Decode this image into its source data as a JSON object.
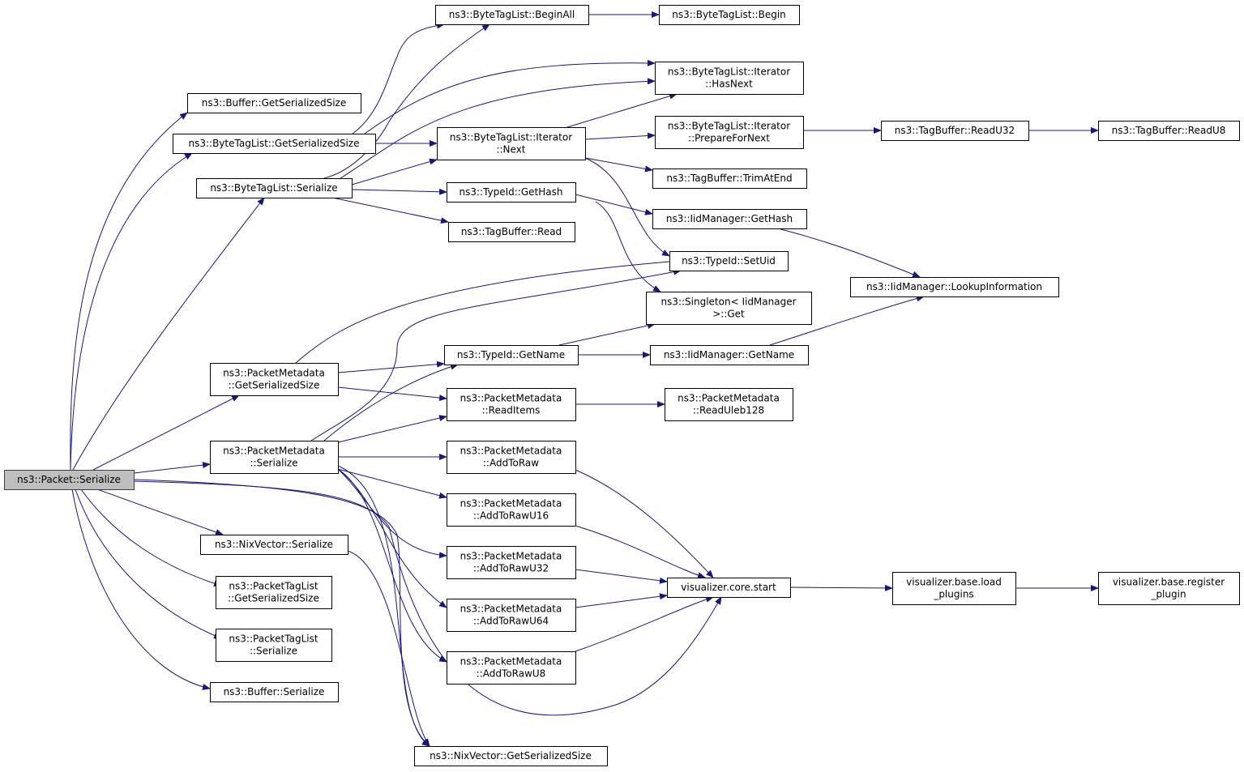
{
  "diagram": {
    "root": "ns3::Packet::Serialize",
    "nodes": [
      {
        "id": "packet_serialize",
        "label": [
          "ns3::Packet::Serialize"
        ],
        "root": true
      },
      {
        "id": "buffer_getsersize",
        "label": [
          "ns3::Buffer::GetSerializedSize"
        ]
      },
      {
        "id": "btl_getsersize",
        "label": [
          "ns3::ByteTagList::GetSerializedSize"
        ]
      },
      {
        "id": "btl_serialize",
        "label": [
          "ns3::ByteTagList::Serialize"
        ]
      },
      {
        "id": "btl_beginall",
        "label": [
          "ns3::ByteTagList::BeginAll"
        ]
      },
      {
        "id": "btl_begin",
        "label": [
          "ns3::ByteTagList::Begin"
        ]
      },
      {
        "id": "btl_it_hasnext",
        "label": [
          "ns3::ByteTagList::Iterator",
          "::HasNext"
        ]
      },
      {
        "id": "btl_it_next",
        "label": [
          "ns3::ByteTagList::Iterator",
          "::Next"
        ]
      },
      {
        "id": "btl_it_prepare",
        "label": [
          "ns3::ByteTagList::Iterator",
          "::PrepareForNext"
        ]
      },
      {
        "id": "tb_readu32",
        "label": [
          "ns3::TagBuffer::ReadU32"
        ]
      },
      {
        "id": "tb_readu8",
        "label": [
          "ns3::TagBuffer::ReadU8"
        ]
      },
      {
        "id": "tb_trimatend",
        "label": [
          "ns3::TagBuffer::TrimAtEnd"
        ]
      },
      {
        "id": "typeid_gethash",
        "label": [
          "ns3::TypeId::GetHash"
        ]
      },
      {
        "id": "tb_read",
        "label": [
          "ns3::TagBuffer::Read"
        ]
      },
      {
        "id": "iid_gethash",
        "label": [
          "ns3::IidManager::GetHash"
        ]
      },
      {
        "id": "typeid_setuid",
        "label": [
          "ns3::TypeId::SetUid"
        ]
      },
      {
        "id": "iid_lookup",
        "label": [
          "ns3::IidManager::LookupInformation"
        ]
      },
      {
        "id": "singleton_get",
        "label": [
          "ns3::Singleton< IidManager",
          ">::Get"
        ]
      },
      {
        "id": "typeid_getname",
        "label": [
          "ns3::TypeId::GetName"
        ]
      },
      {
        "id": "iid_getname",
        "label": [
          "ns3::IidManager::GetName"
        ]
      },
      {
        "id": "pm_getsersize",
        "label": [
          "ns3::PacketMetadata",
          "::GetSerializedSize"
        ]
      },
      {
        "id": "pm_readitems",
        "label": [
          "ns3::PacketMetadata",
          "::ReadItems"
        ]
      },
      {
        "id": "pm_readuleb",
        "label": [
          "ns3::PacketMetadata",
          "::ReadUleb128"
        ]
      },
      {
        "id": "pm_serialize",
        "label": [
          "ns3::PacketMetadata",
          "::Serialize"
        ]
      },
      {
        "id": "pm_addtoraw",
        "label": [
          "ns3::PacketMetadata",
          "::AddToRaw"
        ]
      },
      {
        "id": "pm_addtorawu16",
        "label": [
          "ns3::PacketMetadata",
          "::AddToRawU16"
        ]
      },
      {
        "id": "pm_addtorawu32",
        "label": [
          "ns3::PacketMetadata",
          "::AddToRawU32"
        ]
      },
      {
        "id": "pm_addtorawu64",
        "label": [
          "ns3::PacketMetadata",
          "::AddToRawU64"
        ]
      },
      {
        "id": "pm_addtorawu8",
        "label": [
          "ns3::PacketMetadata",
          "::AddToRawU8"
        ]
      },
      {
        "id": "nix_serialize",
        "label": [
          "ns3::NixVector::Serialize"
        ]
      },
      {
        "id": "ptl_getsersize",
        "label": [
          "ns3::PacketTagList",
          "::GetSerializedSize"
        ]
      },
      {
        "id": "ptl_serialize",
        "label": [
          "ns3::PacketTagList",
          "::Serialize"
        ]
      },
      {
        "id": "buffer_serialize",
        "label": [
          "ns3::Buffer::Serialize"
        ]
      },
      {
        "id": "nix_getsersize",
        "label": [
          "ns3::NixVector::GetSerializedSize"
        ]
      },
      {
        "id": "viz_core_start",
        "label": [
          "visualizer.core.start"
        ]
      },
      {
        "id": "viz_load_plugins",
        "label": [
          "visualizer.base.load",
          "_plugins"
        ]
      },
      {
        "id": "viz_register_plugin",
        "label": [
          "visualizer.base.register",
          "_plugin"
        ]
      }
    ],
    "edges": [
      [
        "packet_serialize",
        "buffer_getsersize"
      ],
      [
        "packet_serialize",
        "btl_getsersize"
      ],
      [
        "packet_serialize",
        "btl_serialize"
      ],
      [
        "packet_serialize",
        "pm_getsersize"
      ],
      [
        "packet_serialize",
        "pm_serialize"
      ],
      [
        "packet_serialize",
        "nix_serialize"
      ],
      [
        "packet_serialize",
        "ptl_getsersize"
      ],
      [
        "packet_serialize",
        "ptl_serialize"
      ],
      [
        "packet_serialize",
        "buffer_serialize"
      ],
      [
        "packet_serialize",
        "nix_getsersize"
      ],
      [
        "btl_getsersize",
        "btl_beginall"
      ],
      [
        "btl_getsersize",
        "btl_it_hasnext"
      ],
      [
        "btl_getsersize",
        "btl_it_next"
      ],
      [
        "btl_serialize",
        "btl_beginall"
      ],
      [
        "btl_serialize",
        "btl_it_hasnext"
      ],
      [
        "btl_serialize",
        "btl_it_next"
      ],
      [
        "btl_serialize",
        "typeid_gethash"
      ],
      [
        "btl_serialize",
        "tb_read"
      ],
      [
        "btl_beginall",
        "btl_begin"
      ],
      [
        "btl_it_next",
        "btl_it_hasnext"
      ],
      [
        "btl_it_next",
        "btl_it_prepare"
      ],
      [
        "btl_it_next",
        "tb_trimatend"
      ],
      [
        "btl_it_next",
        "typeid_setuid"
      ],
      [
        "btl_it_prepare",
        "tb_readu32"
      ],
      [
        "tb_readu32",
        "tb_readu8"
      ],
      [
        "typeid_gethash",
        "iid_gethash"
      ],
      [
        "typeid_gethash",
        "singleton_get"
      ],
      [
        "iid_gethash",
        "iid_lookup"
      ],
      [
        "iid_getname",
        "iid_lookup"
      ],
      [
        "typeid_getname",
        "singleton_get"
      ],
      [
        "typeid_getname",
        "iid_getname"
      ],
      [
        "pm_getsersize",
        "typeid_setuid"
      ],
      [
        "pm_getsersize",
        "typeid_getname"
      ],
      [
        "pm_getsersize",
        "pm_readitems"
      ],
      [
        "pm_readitems",
        "pm_readuleb"
      ],
      [
        "pm_serialize",
        "typeid_setuid"
      ],
      [
        "pm_serialize",
        "typeid_getname"
      ],
      [
        "pm_serialize",
        "pm_readitems"
      ],
      [
        "pm_serialize",
        "pm_addtoraw"
      ],
      [
        "pm_serialize",
        "pm_addtorawu16"
      ],
      [
        "pm_serialize",
        "pm_addtorawu32"
      ],
      [
        "pm_serialize",
        "pm_addtorawu64"
      ],
      [
        "pm_serialize",
        "pm_addtorawu8"
      ],
      [
        "pm_serialize",
        "nix_getsersize"
      ],
      [
        "pm_addtoraw",
        "viz_core_start"
      ],
      [
        "pm_addtorawu16",
        "viz_core_start"
      ],
      [
        "pm_addtorawu32",
        "viz_core_start"
      ],
      [
        "pm_addtorawu64",
        "viz_core_start"
      ],
      [
        "pm_addtorawu8",
        "viz_core_start"
      ],
      [
        "packet_serialize",
        "viz_core_start"
      ],
      [
        "nix_serialize",
        "nix_getsersize"
      ],
      [
        "viz_core_start",
        "viz_load_plugins"
      ],
      [
        "viz_load_plugins",
        "viz_register_plugin"
      ]
    ],
    "colors": {
      "edge": "#191970",
      "root_fill": "#bfbfbf",
      "node_fill": "#ffffff",
      "node_stroke": "#000000"
    }
  }
}
